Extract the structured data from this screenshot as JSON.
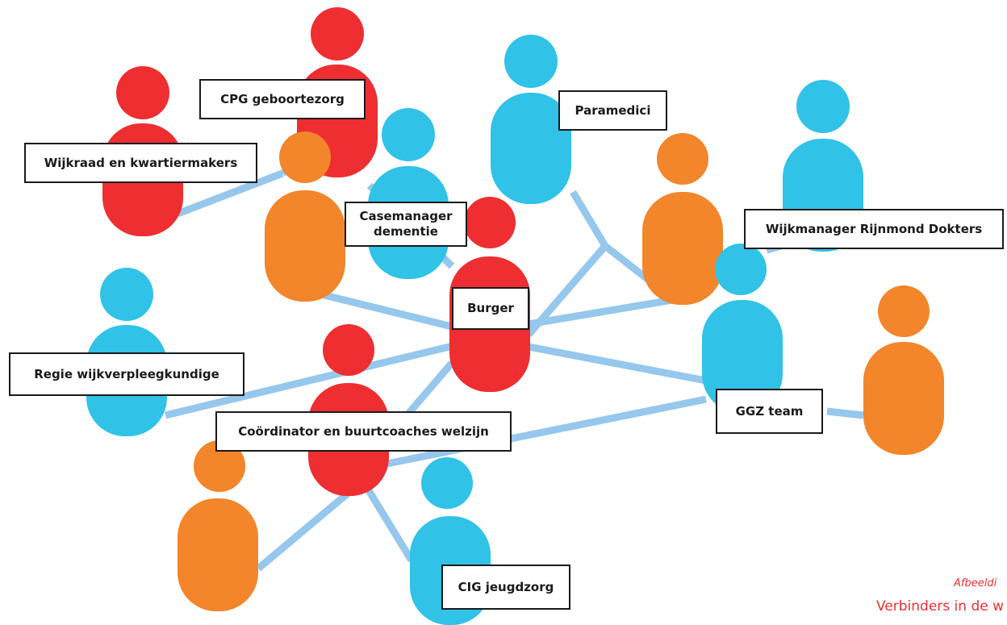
{
  "colors": {
    "red": "#ee2e31",
    "blue": "#31c2e7",
    "orange": "#f3852a",
    "link": "#96c7ec"
  },
  "labels": {
    "cpg": "CPG geboortezorg",
    "paramedici": "Paramedici",
    "wijkraad": "Wijkraad en kwartiermakers",
    "casemanager": "Casemanager\ndementie",
    "wijkmanager": "Wijkmanager Rijnmond Dokters",
    "burger": "Burger",
    "regie": "Regie wijkverpleegkundige",
    "ggz": "GGZ team",
    "coordinator": "Coördinator en buurtcoaches welzijn",
    "cig": "CIG jeugdzorg"
  },
  "caption": {
    "kind": "Afbeeldi",
    "title": "Verbinders in de w"
  }
}
